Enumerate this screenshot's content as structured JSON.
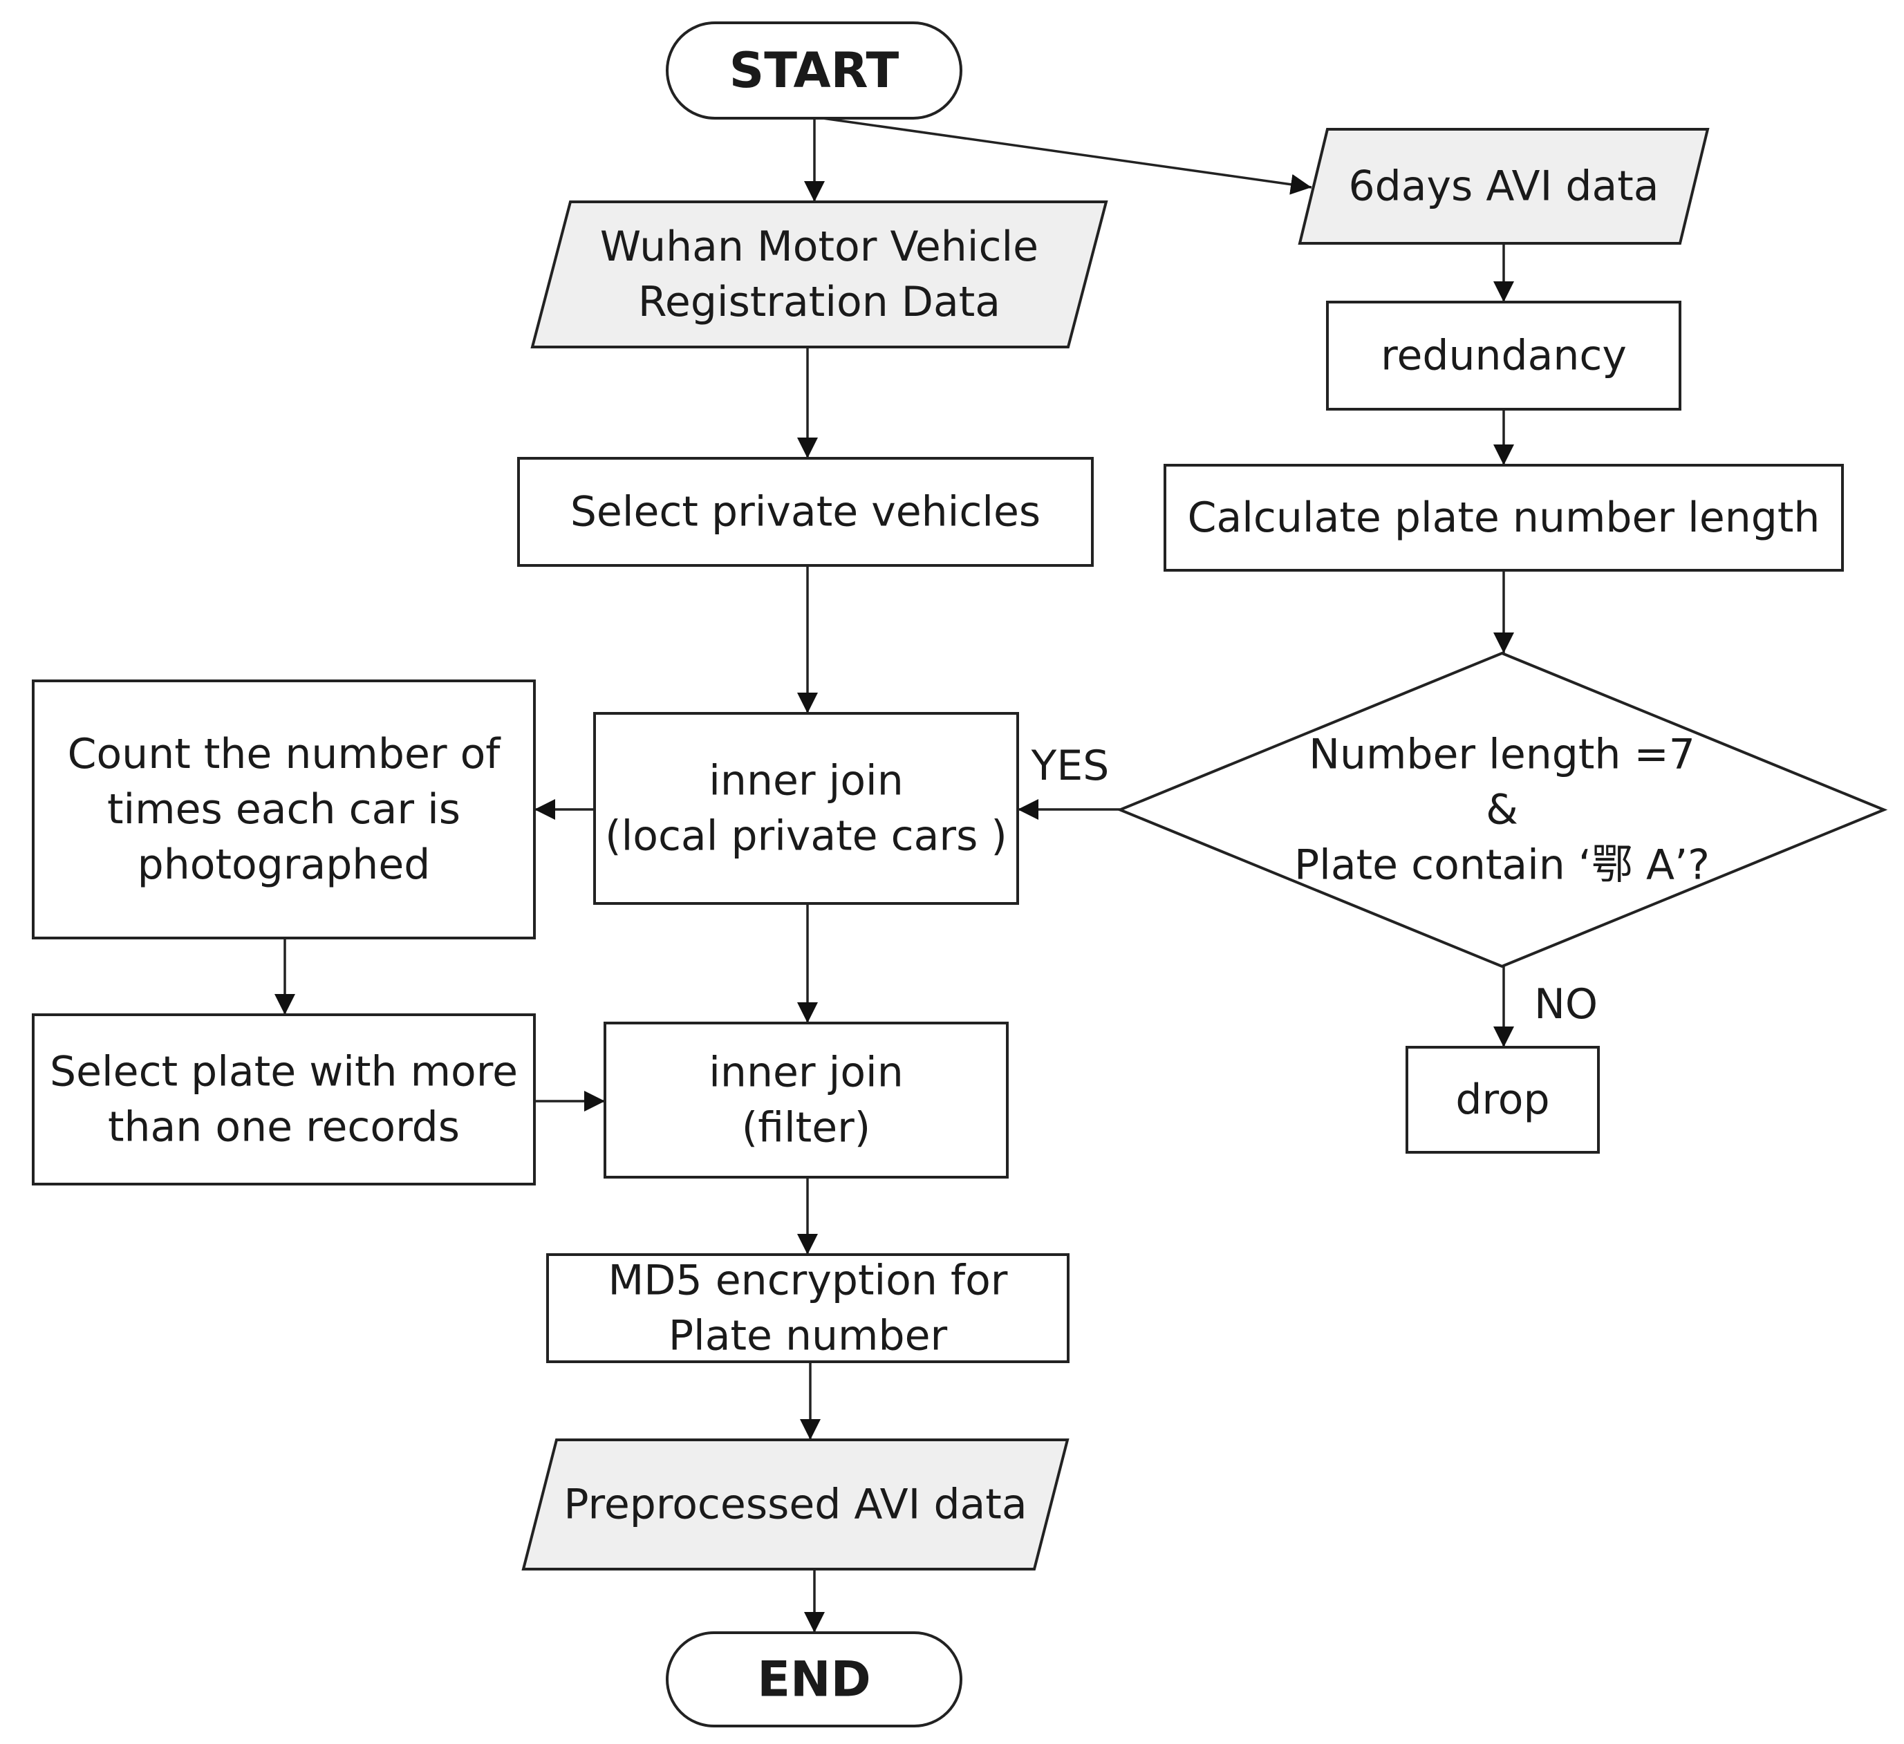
{
  "diagram": {
    "nodes": {
      "start": {
        "shape": "terminator",
        "lines": [
          "START"
        ]
      },
      "wuhan": {
        "shape": "data",
        "lines": [
          "Wuhan Motor Vehicle",
          "Registration Data"
        ]
      },
      "avi6": {
        "shape": "data",
        "lines": [
          "6days AVI data"
        ]
      },
      "redundancy": {
        "shape": "process",
        "lines": [
          "redundancy"
        ]
      },
      "select_private": {
        "shape": "process",
        "lines": [
          "Select private vehicles"
        ]
      },
      "calc_length": {
        "shape": "process",
        "lines": [
          "Calculate plate number length"
        ]
      },
      "decision": {
        "shape": "decision",
        "lines": [
          "Number length =7",
          "&",
          "Plate contain ‘鄂 A’?"
        ]
      },
      "count_times": {
        "shape": "process",
        "lines": [
          "Count the number of",
          "times each car is",
          "photographed"
        ]
      },
      "inner_join_local": {
        "shape": "process",
        "lines": [
          "inner join",
          "(local private cars )"
        ]
      },
      "select_plate": {
        "shape": "process",
        "lines": [
          "Select plate with more",
          "than one records"
        ]
      },
      "inner_join_filter": {
        "shape": "process",
        "lines": [
          "inner join",
          "(filter)"
        ]
      },
      "drop": {
        "shape": "process",
        "lines": [
          "drop"
        ]
      },
      "md5": {
        "shape": "process",
        "lines": [
          "MD5 encryption for",
          "Plate number"
        ]
      },
      "preprocessed": {
        "shape": "data",
        "lines": [
          "Preprocessed AVI data"
        ]
      },
      "end": {
        "shape": "terminator",
        "lines": [
          "END"
        ]
      }
    },
    "edges": [
      {
        "from": "start",
        "to": "wuhan",
        "label": ""
      },
      {
        "from": "start",
        "to": "avi6",
        "label": ""
      },
      {
        "from": "avi6",
        "to": "redundancy",
        "label": ""
      },
      {
        "from": "redundancy",
        "to": "calc_length",
        "label": ""
      },
      {
        "from": "calc_length",
        "to": "decision",
        "label": ""
      },
      {
        "from": "wuhan",
        "to": "select_private",
        "label": ""
      },
      {
        "from": "select_private",
        "to": "inner_join_local",
        "label": ""
      },
      {
        "from": "decision",
        "to": "inner_join_local",
        "label": "YES"
      },
      {
        "from": "decision",
        "to": "drop",
        "label": "NO"
      },
      {
        "from": "inner_join_local",
        "to": "count_times",
        "label": ""
      },
      {
        "from": "count_times",
        "to": "select_plate",
        "label": ""
      },
      {
        "from": "inner_join_local",
        "to": "inner_join_filter",
        "label": ""
      },
      {
        "from": "select_plate",
        "to": "inner_join_filter",
        "label": ""
      },
      {
        "from": "inner_join_filter",
        "to": "md5",
        "label": ""
      },
      {
        "from": "md5",
        "to": "preprocessed",
        "label": ""
      },
      {
        "from": "preprocessed",
        "to": "end",
        "label": ""
      }
    ]
  }
}
